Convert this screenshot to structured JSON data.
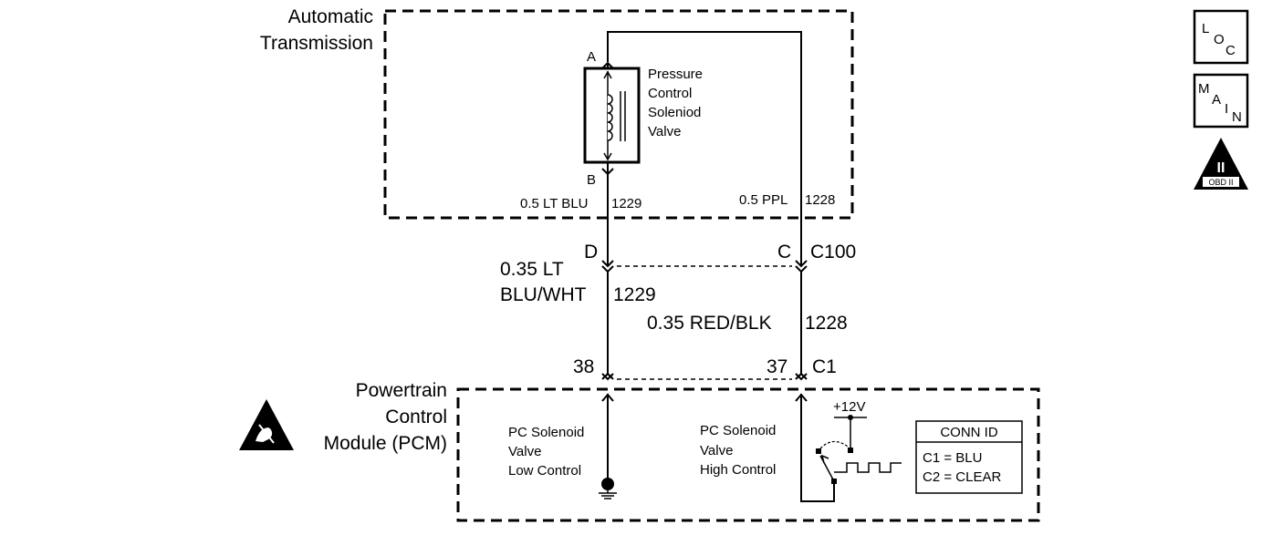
{
  "transmission_box": {
    "label_line1": "Automatic",
    "label_line2": "Transmission"
  },
  "solenoid": {
    "label_line1": "Pressure",
    "label_line2": "Control",
    "label_line3": "Soleniod",
    "label_line4": "Valve",
    "pin_a": "A",
    "pin_b": "B"
  },
  "wires_upper": {
    "left_gauge_color": "0.5 LT BLU",
    "left_circuit": "1229",
    "right_gauge_color": "0.5 PPL",
    "right_circuit": "1228"
  },
  "connector_c100": {
    "pin_left": "D",
    "pin_right": "C",
    "name": "C100"
  },
  "wires_lower": {
    "left_gauge_color_line1": "0.35 LT",
    "left_gauge_color_line2": "BLU/WHT",
    "left_circuit": "1229",
    "right_gauge_color": "0.35 RED/BLK",
    "right_circuit": "1228"
  },
  "connector_c1": {
    "pin_left": "38",
    "pin_right": "37",
    "name": "C1"
  },
  "pcm": {
    "label_line1": "Powertrain",
    "label_line2": "Control",
    "label_line3": "Module (PCM)",
    "low_line1": "PC Solenoid",
    "low_line2": "Valve",
    "low_line3": "Low Control",
    "high_line1": "PC Solenoid",
    "high_line2": "Valve",
    "high_line3": "High Control",
    "supply": "+12V"
  },
  "conn_id": {
    "title": "CONN ID",
    "row1": "C1 = BLU",
    "row2": "C2 = CLEAR"
  },
  "nav": {
    "loc_l": "L",
    "loc_o": "O",
    "loc_c": "C",
    "main_m": "M",
    "main_a": "A",
    "main_i": "I",
    "main_n": "N",
    "obd_symbol": "II",
    "obd_label": "OBD II"
  },
  "icons": {
    "esd": "esd-warning-icon",
    "ground": "ground-icon",
    "obd": "obd-ii-icon"
  }
}
